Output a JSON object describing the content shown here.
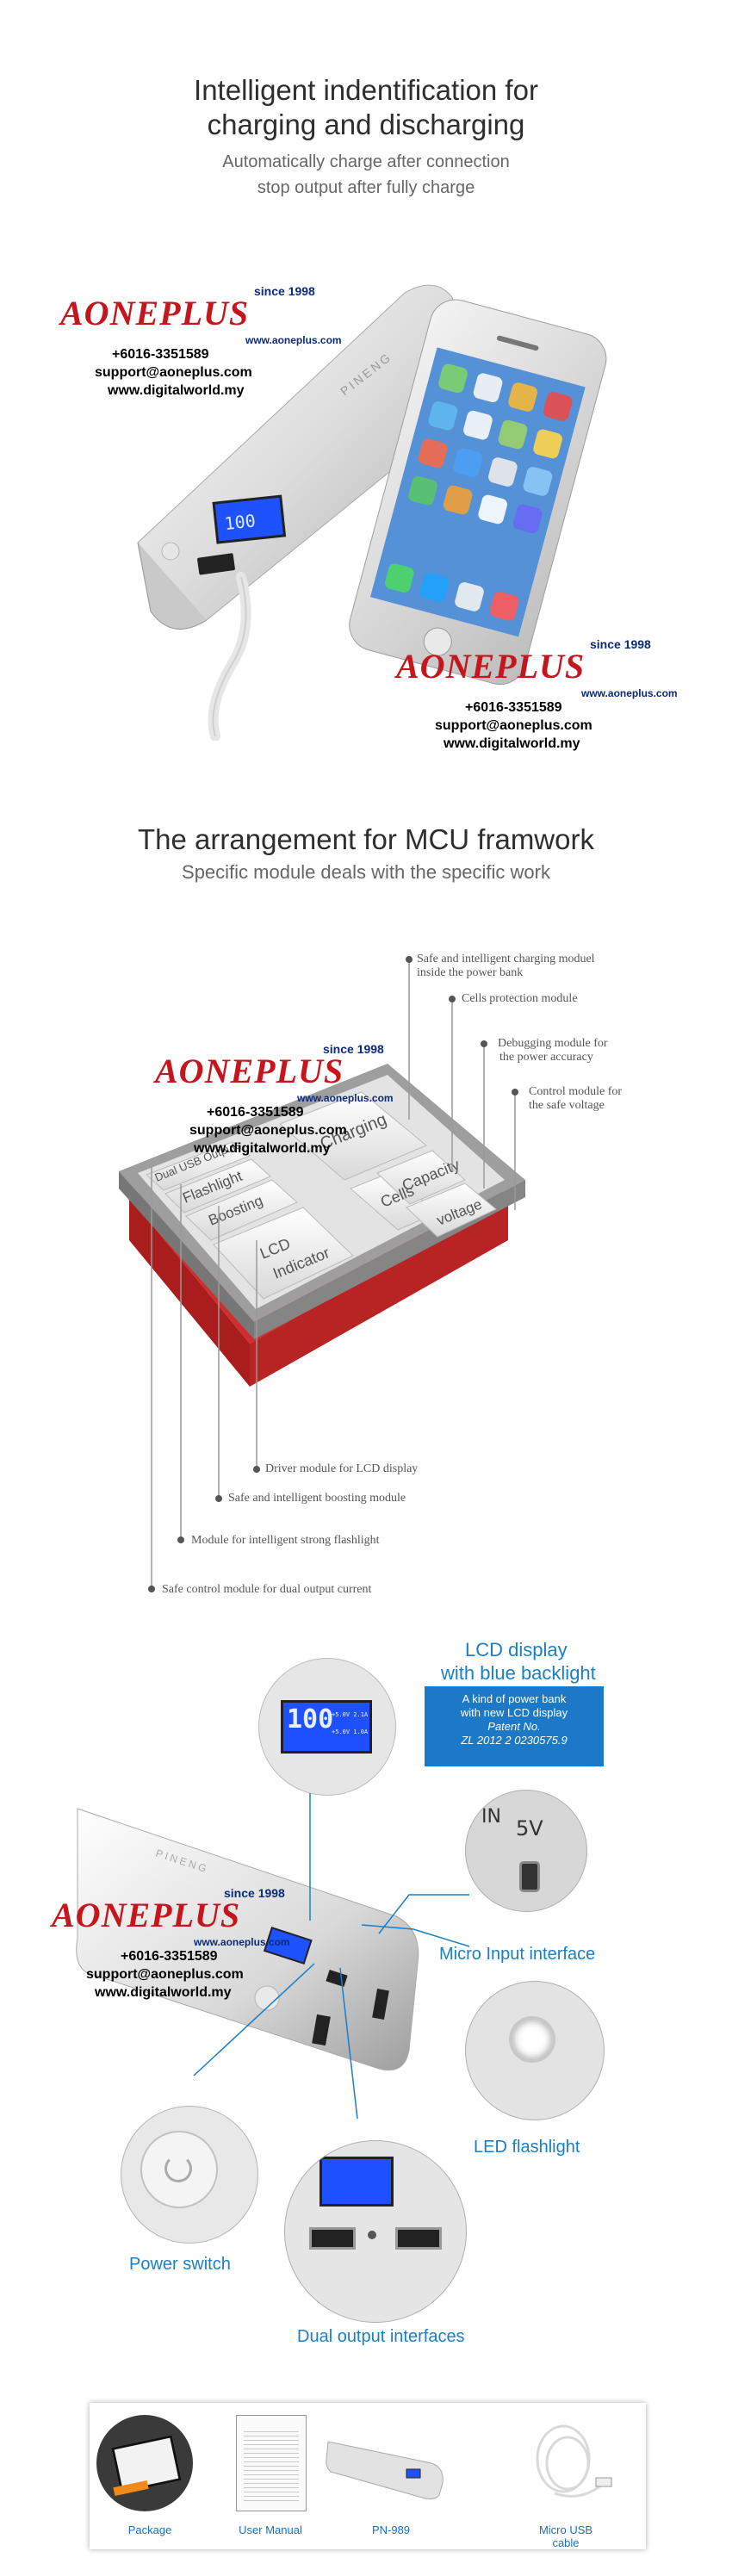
{
  "section1": {
    "title_line1": "Intelligent indentification for",
    "title_line2": "charging and discharging",
    "subtitle_line1": "Automatically charge after connection",
    "subtitle_line2": "stop output after fully charge"
  },
  "section2": {
    "title": "The arrangement for MCU framwork",
    "subtitle": "Specific module deals with the specific work",
    "chip_modules": [
      "Charging",
      "Cells",
      "Capacity",
      "voltage",
      "Dual USB Outputs",
      "Flashlight",
      "Boosting",
      "LCD",
      "Indicator"
    ],
    "callouts": [
      "Safe and intelligent charging moduel",
      "inside the power bank",
      "Cells protection module",
      "Debugging module for",
      "the power accuracy",
      "Control module for",
      "the safe voltage",
      "Driver module for LCD display",
      "Safe and intelligent boosting module",
      "Module for intelligent strong flashlight",
      "Safe control module for dual output current"
    ]
  },
  "section3": {
    "lcd_title_line1": "LCD display",
    "lcd_title_line2": "with blue backlight",
    "patent_line1": "A kind of power bank",
    "patent_line2": "with new LCD display",
    "patent_line3": "Patent No.",
    "patent_line4": "ZL 2012 2 0230575.9",
    "lcd_reading": "100",
    "lcd_out1": "+5.0V  2.1A",
    "lcd_out2": "+5.0V  1.0A",
    "micro_input_label": "Micro Input interface",
    "port_in": "IN",
    "port_5v": "5V",
    "led_label": "LED flashlight",
    "power_label": "Power switch",
    "dual_label": "Dual output interfaces",
    "brand_on_bank": "PINENG"
  },
  "section4": {
    "items": [
      "Package",
      "User Manual",
      "PN-989",
      "Micro USB cable"
    ]
  },
  "watermark": {
    "brand": "AONEPLUS",
    "since": "since 1998",
    "site_small": "www.aoneplus.com",
    "phone": "+6016-3351589",
    "email": "support@aoneplus.com",
    "site": "www.digitalworld.my"
  },
  "colors": {
    "accent_blue": "#1a7fc8",
    "brand_red": "#c5161d",
    "brand_navy": "#0a2b7a",
    "pcb_red": "#d22d2d"
  }
}
